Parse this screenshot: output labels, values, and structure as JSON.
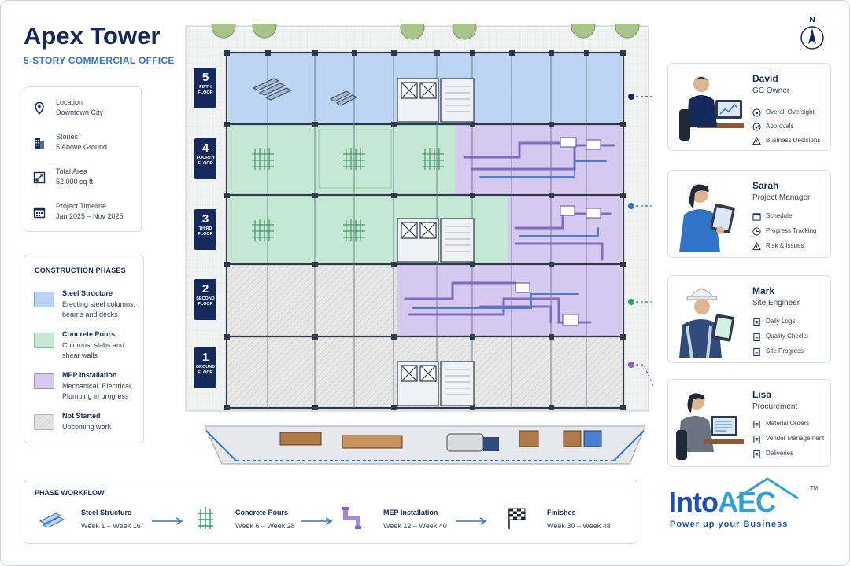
{
  "header": {
    "title": "Apex Tower",
    "subtitle": "5-STORY COMMERCIAL OFFICE"
  },
  "project_info": [
    {
      "icon": "location-pin-icon",
      "label": "Location",
      "value": "Downtown City"
    },
    {
      "icon": "building-icon",
      "label": "Stories",
      "value": "5 Above Ground"
    },
    {
      "icon": "area-icon",
      "label": "Total Area",
      "value": "52,000 sq ft"
    },
    {
      "icon": "calendar-icon",
      "label": "Project Timeline",
      "value": "Jan 2025 – Nov 2025"
    }
  ],
  "phases": {
    "heading": "CONSTRUCTION PHASES",
    "items": [
      {
        "name": "Steel Structure",
        "desc": "Erecting steel columns, beams and decks",
        "color": "#b9d3f1"
      },
      {
        "name": "Concrete Pours",
        "desc": "Columns, slabs and shear walls",
        "color": "#c4e8d3"
      },
      {
        "name": "MEP Installation",
        "desc": "Mechanical, Electrical, Plumbing in progress",
        "color": "#d5c9f0"
      },
      {
        "name": "Not Started",
        "desc": "Upcoming work",
        "color": "#e5e5e5"
      }
    ]
  },
  "floors": [
    {
      "number": "5",
      "label": "FIFTH FLOOR"
    },
    {
      "number": "4",
      "label": "FOURTH FLOOR"
    },
    {
      "number": "3",
      "label": "THIRD FLOOR"
    },
    {
      "number": "2",
      "label": "SECOND FLOOR"
    },
    {
      "number": "1",
      "label": "GROUND FLOOR"
    }
  ],
  "workflow": {
    "heading": "PHASE WORKFLOW",
    "steps": [
      {
        "name": "Steel Structure",
        "weeks": "Week 1 – Week 16",
        "icon": "steel-beams-icon"
      },
      {
        "name": "Concrete Pours",
        "weeks": "Week 6 – Week 28",
        "icon": "rebar-column-icon"
      },
      {
        "name": "MEP Installation",
        "weeks": "Week 12 – Week 40",
        "icon": "pipe-icon"
      },
      {
        "name": "Finishes",
        "weeks": "Week 30 – Week 48",
        "icon": "finish-flag-icon"
      }
    ]
  },
  "team": [
    {
      "name": "David",
      "role": "GC Owner",
      "color": "#142a5c",
      "tasks": [
        "Overall Oversight",
        "Approvals",
        "Business Decisions"
      ],
      "task_icons": [
        "eye-icon",
        "check-circle-icon",
        "warning-icon"
      ]
    },
    {
      "name": "Sarah",
      "role": "Project Manager",
      "color": "#2f74c9",
      "tasks": [
        "Schedule",
        "Progress Tracking",
        "Risk & Issues"
      ],
      "task_icons": [
        "calendar-icon",
        "clock-icon",
        "warning-icon"
      ]
    },
    {
      "name": "Mark",
      "role": "Site Engineer",
      "color": "#2e9e63",
      "tasks": [
        "Daily Logs",
        "Quality Checks",
        "Site Progress"
      ],
      "task_icons": [
        "clipboard-icon",
        "clipboard-icon",
        "clipboard-icon"
      ]
    },
    {
      "name": "Lisa",
      "role": "Procurement",
      "color": "#8b5cc7",
      "tasks": [
        "Material Orders",
        "Vendor Management",
        "Deliveries"
      ],
      "task_icons": [
        "clipboard-icon",
        "clipboard-icon",
        "clipboard-icon"
      ]
    }
  ],
  "compass": {
    "label": "N"
  },
  "logo": {
    "brand_a": "Into",
    "brand_b": "AEC",
    "tm": "TM",
    "tagline": "Power up your Business"
  }
}
